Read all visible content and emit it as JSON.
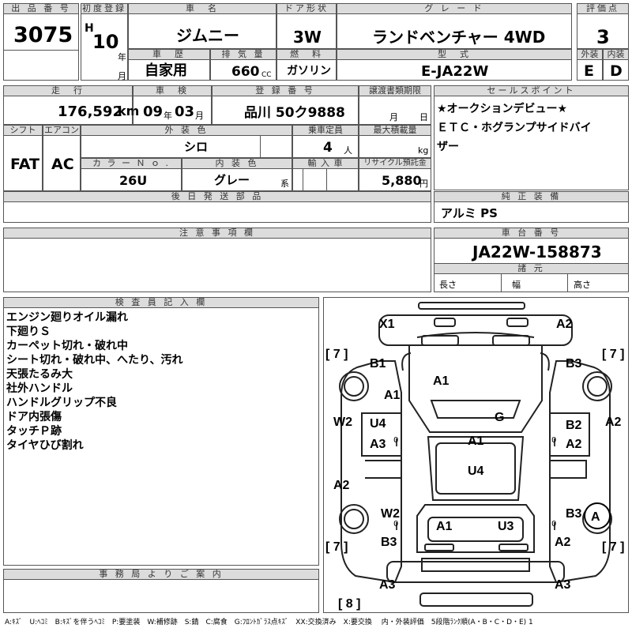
{
  "top": {
    "lot_no_h": "出 品 番 号",
    "lot_no": "3075",
    "first_reg_h": "初度登録",
    "era": "H",
    "year": "10",
    "nen": "年",
    "tsuki": "月",
    "car_name_h": "車　名",
    "car_name": "ジムニー",
    "door_h": "ドア形状",
    "door": "3W",
    "grade_h": "グ レ ー ド",
    "grade": "ランドベンチャー 4WD",
    "score_h": "評価点",
    "score": "3",
    "history_h": "車　歴",
    "history": "自家用",
    "disp_h": "排 気 量",
    "disp": "660",
    "disp_unit": "CC",
    "fuel_h": "燃　料",
    "fuel": "ガソリン",
    "model_h": "型　式",
    "model": "E-JA22W",
    "ext_h": "外装",
    "ext": "E",
    "int_h": "内装",
    "int": "D"
  },
  "mid": {
    "mileage_h": "走　行",
    "mileage": "176,592",
    "km": "km",
    "inspect_h": "車　検",
    "inspect_y": "09",
    "inspect_m": "03",
    "nen": "年",
    "tsuki": "月",
    "plate_h": "登 録 番 号",
    "plate": "品川 50ク9888",
    "transfer_h": "譲渡書類期限",
    "transfer_m": "月",
    "transfer_d": "日",
    "sales_h": "セールスポイント",
    "sales": [
      "★オークションデビュー★",
      "ＥＴＣ・ホグランプサイドバイ",
      "ザー"
    ],
    "shift_h": "シフト",
    "shift": "FAT",
    "ac_h": "エアコン",
    "ac": "AC",
    "color_h": "外 装 色",
    "color": "シロ",
    "cap_h": "乗車定員",
    "cap": "4",
    "cap_unit": "人",
    "load_h": "最大積載量",
    "load_unit": "kg",
    "color_no_h": "カ ラ ー Ｎ ｏ .",
    "color_no": "26U",
    "int_color_h": "内 装 色",
    "int_color": "グレー",
    "kei": "系",
    "import_h": "輸 入 車",
    "recycle_h": "リサイクル預託金",
    "recycle": "5,880",
    "yen": "円",
    "later_h": "後 日 発 送 部 品",
    "equip_h": "純 正 装 備",
    "equip": "アルミ PS",
    "notes_h": "注 意 事 項 欄",
    "chassis_h": "車 台 番 号",
    "chassis": "JA22W-158873",
    "dims_h": "諸 元",
    "len": "長さ",
    "wid": "幅",
    "hei": "高さ"
  },
  "inspector": {
    "title": "検 査 員 記 入 欄",
    "lines": [
      "エンジン廻りオイル漏れ",
      "下廻りＳ",
      "カーペット切れ・破れ中",
      "シート切れ・破れ中、へたり、汚れ",
      "天張たるみ大",
      "社外ハンドル",
      "ハンドルグリップ不良",
      "ドア内張傷",
      "タッチＰ跡",
      "タイヤひび割れ"
    ]
  },
  "office_h": "事 務 局 よ り ご 案 内",
  "legend": "A:ｷｽﾞ　U:ﾍｺﾐ　B:ｷｽﾞを伴うﾍｺﾐ　P:要塗装　W:補修跡　S:錆　C:腐食　G:ﾌﾛﾝﾄｶﾞﾗｽ点ｷｽﾞ　XX:交換済み　X:要交換　 内・外装評価　5段階ﾗﾝｸ順(A・B・C・D・E) 1",
  "diagram": {
    "labels": [
      "X1",
      "A2",
      "B1",
      "B3",
      "A1",
      "A1",
      "G",
      "W2",
      "U4",
      "A2",
      "B2",
      "A3",
      "A2",
      "A1",
      "U4",
      "A2",
      "W2",
      "B3",
      "A",
      "A1",
      "U3",
      "B3",
      "A2",
      "A3",
      "A3"
    ],
    "tires": [
      "7",
      "7",
      "7",
      "7",
      "8"
    ],
    "zero": "0"
  }
}
